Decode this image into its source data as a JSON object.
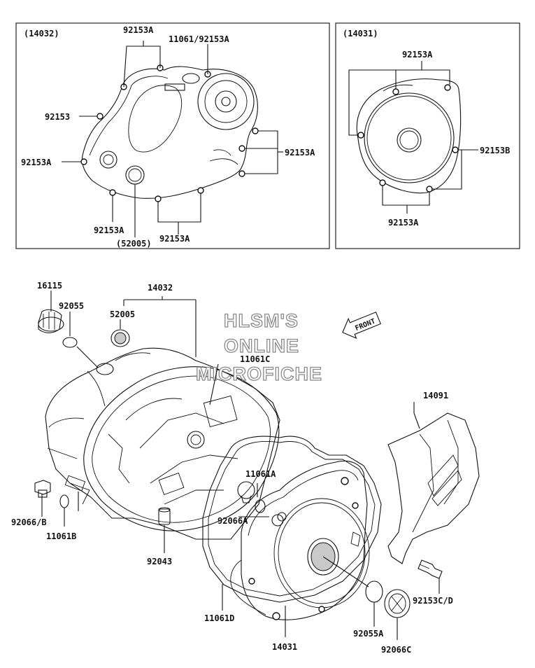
{
  "inset_left": {
    "group_label": "(14032)",
    "labels": {
      "top_92153a": "92153A",
      "top_11061": "11061/92153A",
      "left_92153": "92153",
      "left_92153a": "92153A",
      "right_92153a": "92153A",
      "bottom_left_92153a": "92153A",
      "bottom_52005": "(52005)",
      "bottom_right_92153a": "92153A"
    }
  },
  "inset_right": {
    "group_label": "(14031)",
    "labels": {
      "top_92153a": "92153A",
      "right_92153b": "92153B",
      "bottom_92153a": "92153A"
    }
  },
  "watermark": {
    "line1": "HLSM'S",
    "line2": "ONLINE",
    "line3": "MICROFICHE"
  },
  "front_arrow": "FRONT",
  "parts": {
    "p16115": "16115",
    "p92055": "92055",
    "p14032": "14032",
    "p52005": "52005",
    "p11061c": "11061C",
    "p14091": "14091",
    "p11061a": "11061A",
    "p92066a": "92066A",
    "p92066b": "92066/B",
    "p11061b": "11061B",
    "p92043": "92043",
    "p11061d": "11061D",
    "p14031": "14031",
    "p92055a": "92055A",
    "p92066c": "92066C",
    "p92153cd": "92153C/D"
  }
}
